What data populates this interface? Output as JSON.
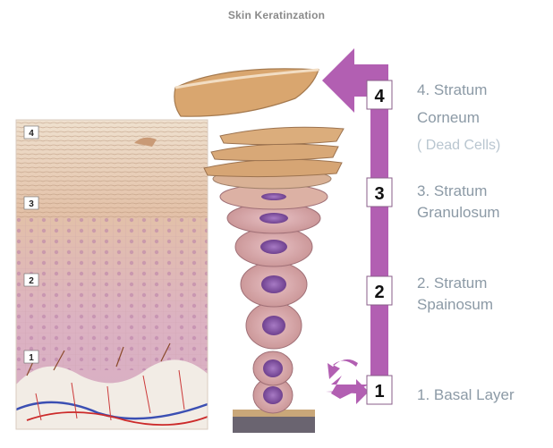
{
  "title": "Skin Keratinzation",
  "photo_markers": [
    "4",
    "3",
    "2",
    "1"
  ],
  "steps": [
    {
      "number": "4",
      "line1": "4. Stratum",
      "line2": "Corneum",
      "line3": "( Dead Cells)"
    },
    {
      "number": "3",
      "line1": "3. Stratum",
      "line2": "Granulosum"
    },
    {
      "number": "2",
      "line1": "2. Stratum",
      "line2": "Spainosum"
    },
    {
      "number": "1",
      "line1": "1. Basal Layer"
    }
  ],
  "colors": {
    "arrow": "#b25fb2",
    "cell_skin": "#d9a88e",
    "nucleus": "#7c4f9e",
    "corneum": "#d7a06e"
  }
}
